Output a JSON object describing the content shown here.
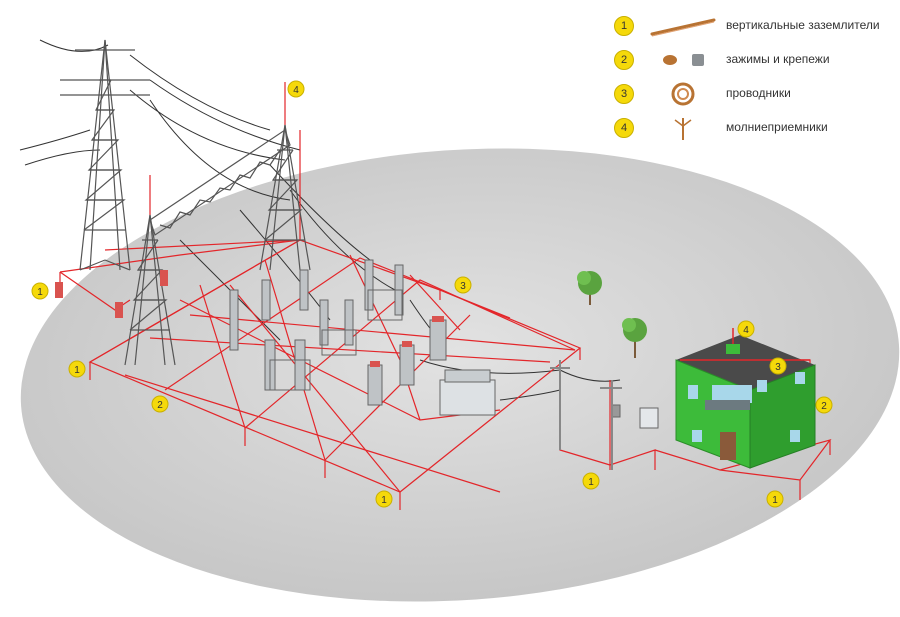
{
  "legend": [
    {
      "num": "1",
      "label": "вертикальные заземлители",
      "icon": "grounding-rod-icon"
    },
    {
      "num": "2",
      "label": "зажимы и крепежи",
      "icon": "clamps-icon"
    },
    {
      "num": "3",
      "label": "проводники",
      "icon": "wire-coil-icon"
    },
    {
      "num": "4",
      "label": "молниеприемники",
      "icon": "lightning-rod-icon"
    }
  ],
  "markers": {
    "m1": "1",
    "m2": "2",
    "m3": "3",
    "m4": "4"
  },
  "colors": {
    "ground": "#cfcfcf",
    "grid": "#e3262a",
    "badge": "#f5d90a",
    "building": "#3dbb3a",
    "steel": "#5a5f63"
  }
}
